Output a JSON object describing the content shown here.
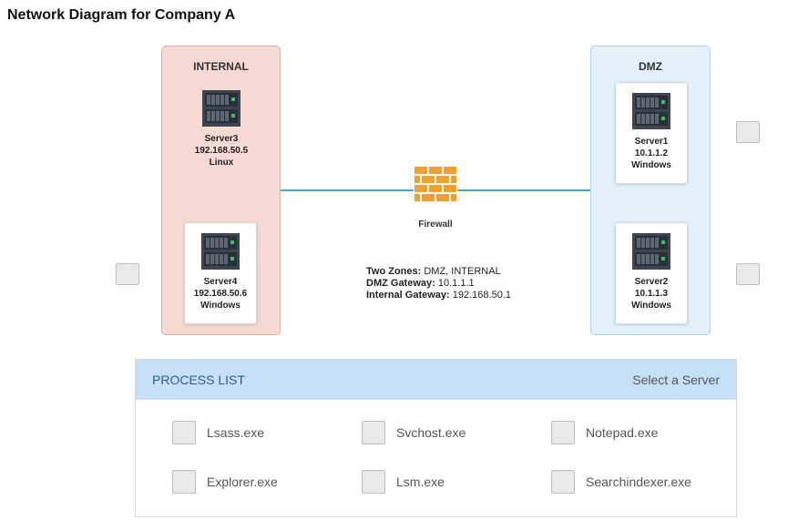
{
  "title": "Network Diagram for Company A",
  "zones": {
    "internal": {
      "label": "INTERNAL"
    },
    "dmz": {
      "label": "DMZ"
    }
  },
  "servers": {
    "server3": {
      "name": "Server3",
      "ip": "192.168.50.5",
      "os": "Linux"
    },
    "server4": {
      "name": "Server4",
      "ip": "192.168.50.6",
      "os": "Windows"
    },
    "server1": {
      "name": "Server1",
      "ip": "10.1.1.2",
      "os": "Windows"
    },
    "server2": {
      "name": "Server2",
      "ip": "10.1.1.3",
      "os": "Windows"
    }
  },
  "firewall": {
    "label": "Firewall"
  },
  "info": {
    "zones_key": "Two Zones:",
    "zones_val": "DMZ, INTERNAL",
    "dmz_gw_key": "DMZ Gateway:",
    "dmz_gw_val": "10.1.1.1",
    "int_gw_key": "Internal Gateway:",
    "int_gw_val": "192.168.50.1"
  },
  "process_panel": {
    "header_left": "PROCESS LIST",
    "header_right": "Select a Server",
    "processes": [
      "Lsass.exe",
      "Svchost.exe",
      "Notepad.exe",
      "Explorer.exe",
      "Lsm.exe",
      "Searchindexer.exe"
    ]
  },
  "colors": {
    "internal_zone": "#f6d9d2",
    "dmz_zone": "#e2f1fc",
    "panel_header": "#c6e0f7",
    "link": "#5aa6b8",
    "firewall": "#f0a030"
  }
}
